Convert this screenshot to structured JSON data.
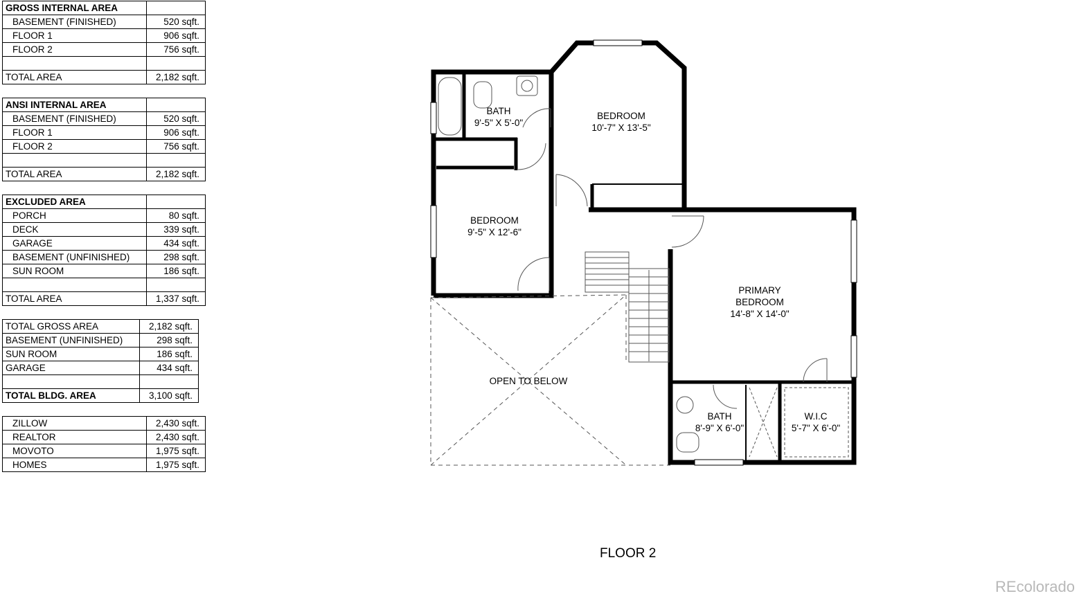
{
  "tables": [
    {
      "rows": [
        {
          "label": "GROSS INTERNAL AREA",
          "value": "",
          "style": "header"
        },
        {
          "label": "BASEMENT (FINISHED)",
          "value": "520 sqft.",
          "style": "indent"
        },
        {
          "label": "FLOOR 1",
          "value": "906 sqft.",
          "style": "indent"
        },
        {
          "label": "FLOOR 2",
          "value": "756 sqft.",
          "style": "indent"
        },
        {
          "label": "",
          "value": "",
          "style": "blank"
        },
        {
          "label": "TOTAL AREA",
          "value": "2,182 sqft.",
          "style": "plain"
        }
      ]
    },
    {
      "rows": [
        {
          "label": "ANSI INTERNAL AREA",
          "value": "",
          "style": "header"
        },
        {
          "label": "BASEMENT (FINISHED)",
          "value": "520 sqft.",
          "style": "indent"
        },
        {
          "label": "FLOOR 1",
          "value": "906 sqft.",
          "style": "indent"
        },
        {
          "label": "FLOOR 2",
          "value": "756 sqft.",
          "style": "indent"
        },
        {
          "label": "",
          "value": "",
          "style": "blank"
        },
        {
          "label": "TOTAL AREA",
          "value": "2,182 sqft.",
          "style": "plain"
        }
      ]
    },
    {
      "rows": [
        {
          "label": "EXCLUDED AREA",
          "value": "",
          "style": "header"
        },
        {
          "label": "PORCH",
          "value": "80 sqft.",
          "style": "indent"
        },
        {
          "label": "DECK",
          "value": "339 sqft.",
          "style": "indent"
        },
        {
          "label": "GARAGE",
          "value": "434 sqft.",
          "style": "indent"
        },
        {
          "label": "BASEMENT (UNFINISHED)",
          "value": "298 sqft.",
          "style": "indent"
        },
        {
          "label": "SUN ROOM",
          "value": "186 sqft.",
          "style": "indent"
        },
        {
          "label": "",
          "value": "",
          "style": "blank"
        },
        {
          "label": "TOTAL AREA",
          "value": "1,337 sqft.",
          "style": "plain"
        }
      ]
    },
    {
      "rows": [
        {
          "label": "TOTAL GROSS AREA",
          "value": "2,182 sqft.",
          "style": "plain"
        },
        {
          "label": "BASEMENT (UNFINISHED)",
          "value": "298 sqft.",
          "style": "plain"
        },
        {
          "label": "SUN ROOM",
          "value": "186 sqft.",
          "style": "plain"
        },
        {
          "label": "GARAGE",
          "value": "434 sqft.",
          "style": "plain"
        },
        {
          "label": "",
          "value": "",
          "style": "blank"
        },
        {
          "label": "TOTAL BLDG. AREA",
          "value": "3,100 sqft.",
          "style": "bold"
        }
      ]
    },
    {
      "rows": [
        {
          "label": "ZILLOW",
          "value": "2,430 sqft.",
          "style": "indent"
        },
        {
          "label": "REALTOR",
          "value": "2,430 sqft.",
          "style": "indent"
        },
        {
          "label": "MOVOTO",
          "value": "1,975 sqft.",
          "style": "indent"
        },
        {
          "label": "HOMES",
          "value": "1,975 sqft.",
          "style": "indent"
        }
      ]
    }
  ],
  "rooms": {
    "bath_upper": {
      "name": "BATH",
      "dims": "9'-5\" X 5'-0\""
    },
    "bedroom_ne": {
      "name": "BEDROOM",
      "dims": "10'-7\" X 13'-5\""
    },
    "bedroom_w": {
      "name": "BEDROOM",
      "dims": "9'-5\" X 12'-6\""
    },
    "primary": {
      "name1": "PRIMARY",
      "name2": "BEDROOM",
      "dims": "14'-8\" X 14'-0\""
    },
    "bath_primary": {
      "name": "BATH",
      "dims": "8'-9\" X 6'-0\""
    },
    "wic": {
      "name": "W.I.C",
      "dims": "5'-7\" X 6'-0\""
    },
    "open_below": {
      "name": "OPEN TO BELOW"
    }
  },
  "floor_title": "FLOOR 2",
  "watermark": "REcolorado"
}
